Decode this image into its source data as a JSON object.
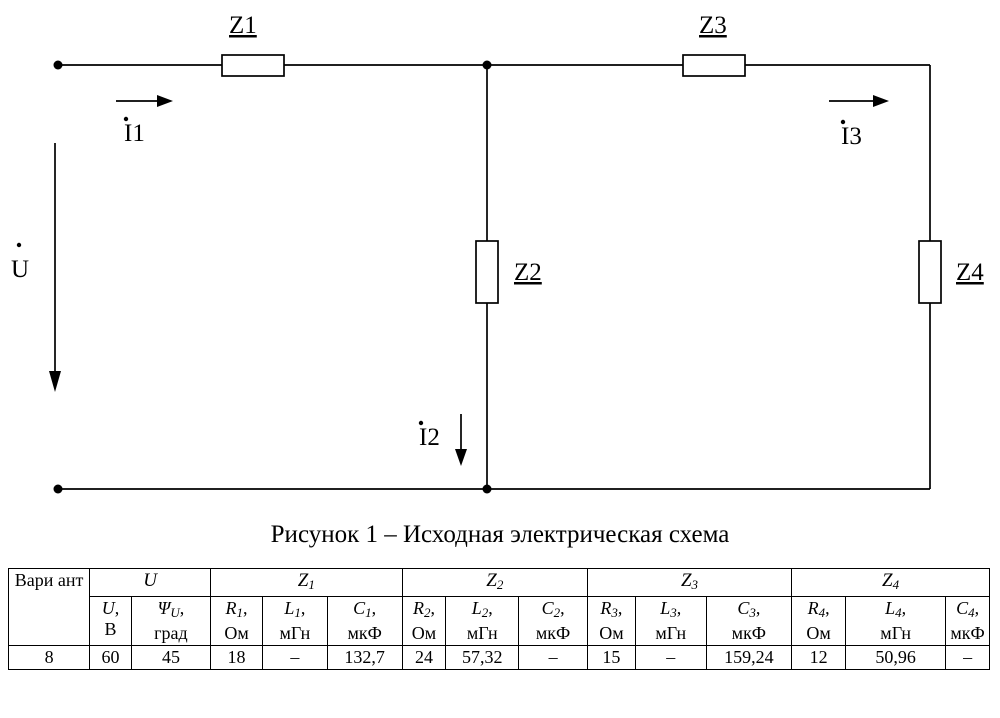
{
  "circuit": {
    "elements": [
      {
        "key": "z1",
        "label": "Z1"
      },
      {
        "key": "z2",
        "label": "Z2"
      },
      {
        "key": "z3",
        "label": "Z3"
      },
      {
        "key": "z4",
        "label": "Z4"
      }
    ],
    "currents": [
      {
        "key": "i1",
        "label": "I1"
      },
      {
        "key": "i2",
        "label": "I2"
      },
      {
        "key": "i3",
        "label": "I3"
      }
    ],
    "voltage": "U"
  },
  "caption": "Рисунок 1 – Исходная электрическая схема",
  "table": {
    "variant_header": "Вари ант",
    "groups": [
      "U",
      "Z",
      "Z",
      "Z",
      "Z"
    ],
    "group_subscripts": [
      "",
      "1",
      "2",
      "3",
      "4"
    ],
    "columns": [
      {
        "sym": "U",
        "sub": "",
        "unit": "В"
      },
      {
        "sym": "Ψ",
        "sub": "U",
        "unit": "град"
      },
      {
        "sym": "R",
        "sub": "1",
        "unit": "Ом"
      },
      {
        "sym": "L",
        "sub": "1",
        "unit": "мГн"
      },
      {
        "sym": "C",
        "sub": "1",
        "unit": "мкФ"
      },
      {
        "sym": "R",
        "sub": "2",
        "unit": "Ом"
      },
      {
        "sym": "L",
        "sub": "2",
        "unit": "мГн"
      },
      {
        "sym": "C",
        "sub": "2",
        "unit": "мкФ"
      },
      {
        "sym": "R",
        "sub": "3",
        "unit": "Ом"
      },
      {
        "sym": "L",
        "sub": "3",
        "unit": "мГн"
      },
      {
        "sym": "C",
        "sub": "3",
        "unit": "мкФ"
      },
      {
        "sym": "R",
        "sub": "4",
        "unit": "Ом"
      },
      {
        "sym": "L",
        "sub": "4",
        "unit": "мГн"
      },
      {
        "sym": "C",
        "sub": "4",
        "unit": "мкФ"
      }
    ],
    "row": {
      "variant": "8",
      "values": [
        "60",
        "45",
        "18",
        "–",
        "132,7",
        "24",
        "57,32",
        "–",
        "15",
        "–",
        "159,24",
        "12",
        "50,96",
        "–"
      ]
    }
  }
}
